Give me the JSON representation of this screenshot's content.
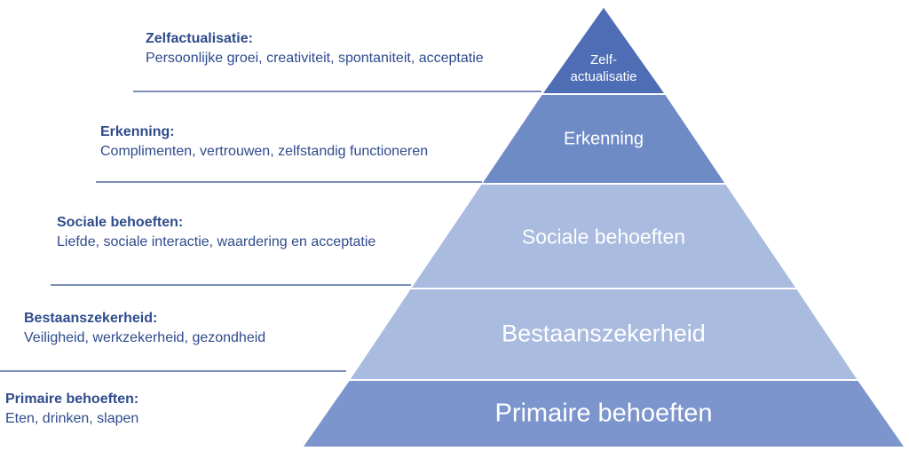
{
  "colors": {
    "text": "#2f4b8c",
    "rule": "#2f4b8c",
    "layer_top": "#4e6db5",
    "layer_2": "#6f8bc6",
    "layer_3": "#a9bbdf",
    "layer_4": "#a9bbdf",
    "layer_5": "#7c95cc"
  },
  "levels": [
    {
      "layer_label_1": "Zelf-",
      "layer_label_2": "actualisatie",
      "title": "Zelfactualisatie:",
      "description": "Persoonlijke groei, creativiteit, spontaniteit, acceptatie"
    },
    {
      "layer_label": "Erkenning",
      "title": "Erkenning:",
      "description": "Complimenten, vertrouwen, zelfstandig functioneren"
    },
    {
      "layer_label": "Sociale behoeften",
      "title": "Sociale behoeften:",
      "description": "Liefde, sociale interactie, waardering en acceptatie"
    },
    {
      "layer_label": "Bestaanszekerheid",
      "title": "Bestaanszekerheid:",
      "description": "Veiligheid, werkzekerheid, gezondheid"
    },
    {
      "layer_label": "Primaire behoeften",
      "title": "Primaire behoeften:",
      "description": "Eten, drinken, slapen"
    }
  ]
}
